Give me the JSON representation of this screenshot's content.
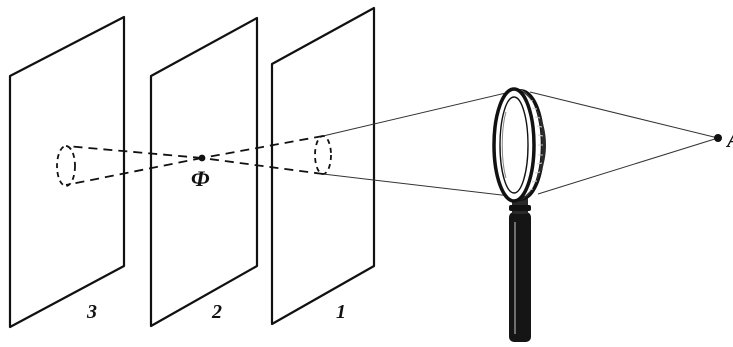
{
  "figure": {
    "screen_labels": [
      "3",
      "2",
      "1"
    ],
    "focus_label": "Ф",
    "source_label": "A"
  },
  "colors": {
    "ink": "#111111",
    "background": "#ffffff"
  }
}
